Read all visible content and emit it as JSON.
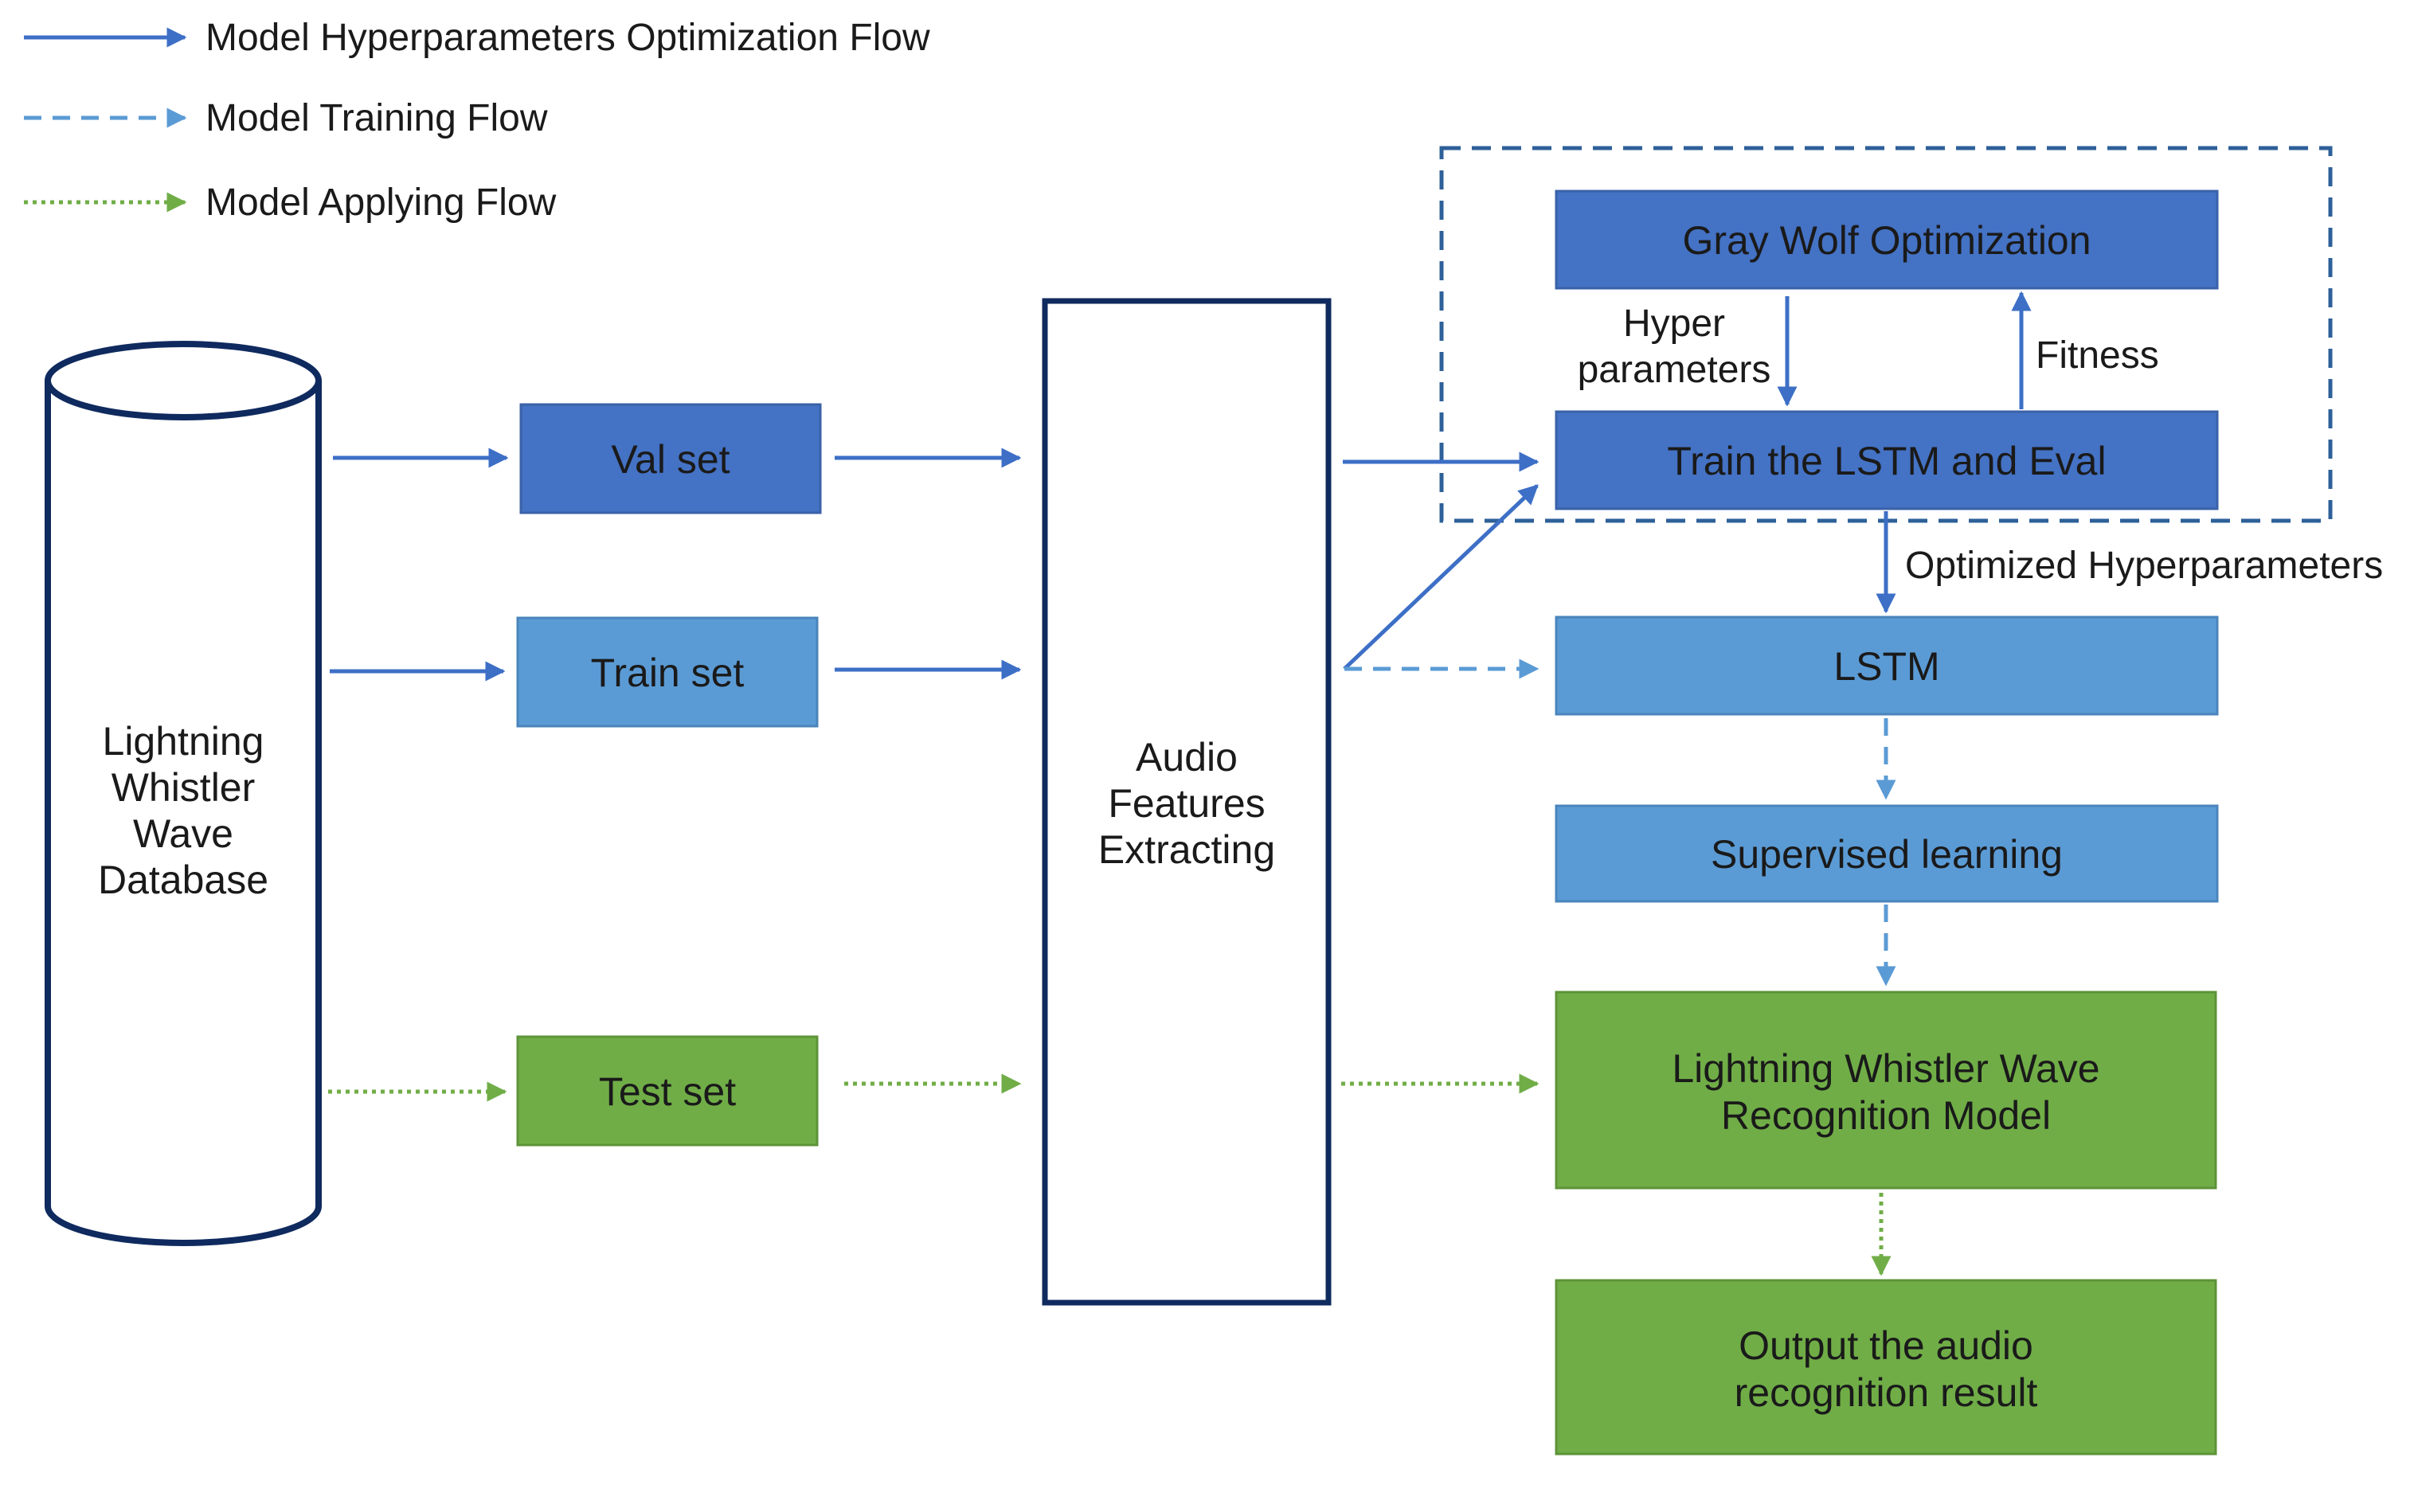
{
  "colors": {
    "optimization_flow": "#3D6FC6",
    "training_flow": "#5B9BD5",
    "applying_flow": "#70AD47",
    "dark_blue_box": "#4472C4",
    "light_blue_box": "#5B9BD5",
    "green_box": "#70AD47",
    "database_outline": "#0F2A5E",
    "dashed_region": "#2E6099"
  },
  "legend": {
    "optimization": "Model Hyperparameters Optimization Flow",
    "training": "Model Training Flow",
    "applying": "Model Applying Flow"
  },
  "database": {
    "line1": "Lightning",
    "line2": "Whistler",
    "line3": "Wave",
    "line4": "Database"
  },
  "sets": {
    "val": "Val set",
    "train": "Train set",
    "test": "Test set"
  },
  "extractor": {
    "line1": "Audio",
    "line2": "Features",
    "line3": "Extracting"
  },
  "nodes": {
    "gwo": "Gray Wolf Optimization",
    "train_eval": "Train the LSTM and Eval",
    "lstm": "LSTM",
    "supervised": "Supervised learning",
    "recognition_line1": "Lightning Whistler Wave",
    "recognition_line2": "Recognition Model",
    "output_line1": "Output the audio",
    "output_line2": "recognition result"
  },
  "edge_labels": {
    "hyper_line1": "Hyper",
    "hyper_line2": "parameters",
    "fitness": "Fitness",
    "optimized": "Optimized Hyperparameters"
  }
}
